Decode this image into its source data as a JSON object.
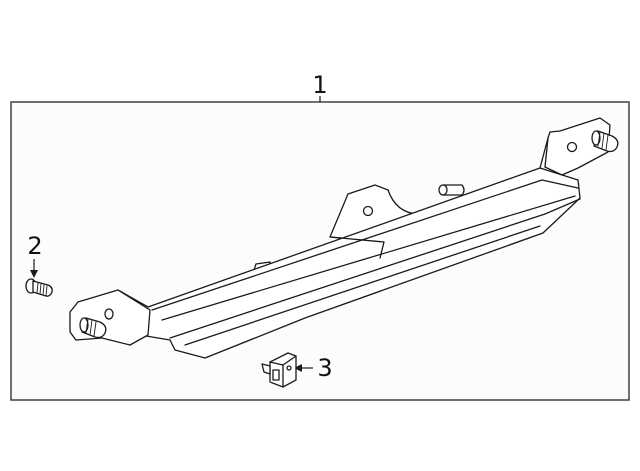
{
  "diagram": {
    "callouts": [
      {
        "id": "part-1",
        "label": "1"
      },
      {
        "id": "part-2",
        "label": "2"
      },
      {
        "id": "part-3",
        "label": "3"
      }
    ],
    "parts": [
      {
        "label": "1",
        "icon": "third-brake-lamp-assembly"
      },
      {
        "label": "2",
        "icon": "screw"
      },
      {
        "label": "3",
        "icon": "bulb-socket-connector"
      }
    ],
    "colors": {
      "line": "#1a1a1a",
      "frame": "#333333",
      "background": "#ffffff",
      "frame_fill": "#fcfcfc"
    }
  }
}
